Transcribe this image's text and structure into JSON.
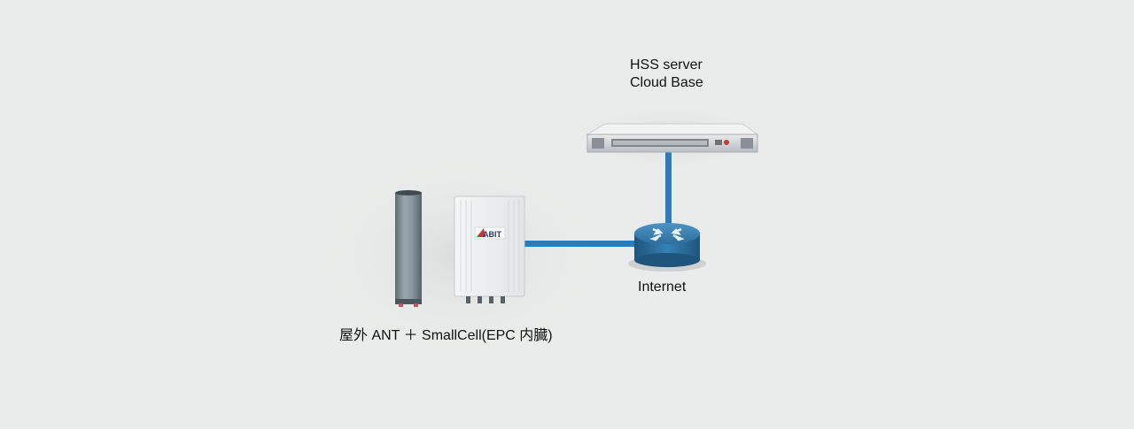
{
  "server": {
    "line1": "HSS server",
    "line2": "Cloud Base"
  },
  "router": {
    "label": "Internet"
  },
  "device": {
    "label": "屋外 ANT ＋ SmallCell(EPC 内臓)",
    "logo_text": "ABIT"
  },
  "colors": {
    "background": "#eaeceb",
    "link": "#2a7dbd",
    "router": "#2c6f9e"
  },
  "icons": [
    "server-icon",
    "router-icon",
    "antenna-icon",
    "smallcell-icon"
  ]
}
